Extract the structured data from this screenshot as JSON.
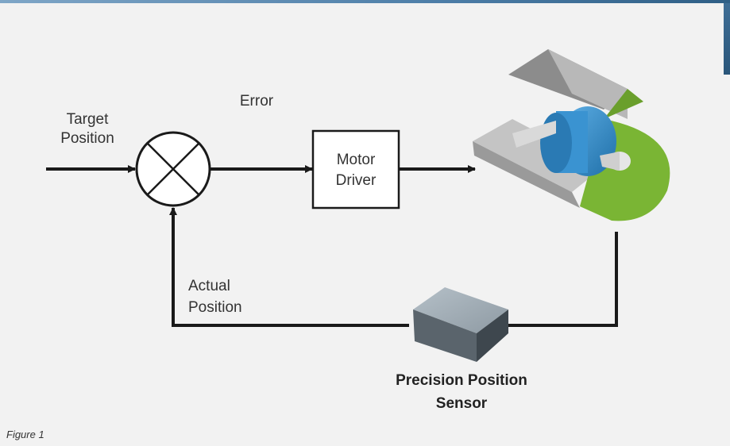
{
  "diagram": {
    "input_label_line1": "Target",
    "input_label_line2": "Position",
    "error_label": "Error",
    "driver_label_line1": "Motor",
    "driver_label_line2": "Driver",
    "feedback_label_line1": "Actual",
    "feedback_label_line2": "Position",
    "sensor_label_line1": "Precision Position",
    "sensor_label_line2": "Sensor"
  },
  "caption": "Figure 1",
  "colors": {
    "background": "#f2f2f2",
    "line": "#1a1a1a",
    "motor_blue": "#2f86c6",
    "encoder_green": "#7ab534",
    "sensor_gray": "#8a949c"
  }
}
